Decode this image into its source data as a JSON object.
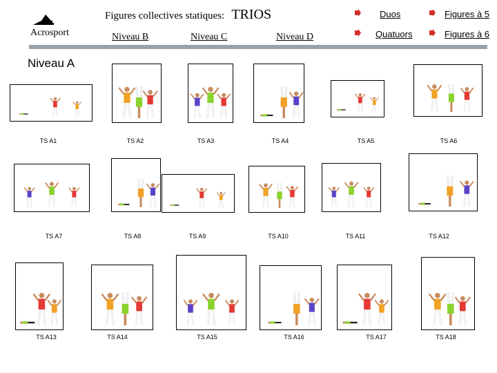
{
  "header": {
    "title": "Figures collectives statiques:",
    "title_emphasis": "TRIOS",
    "brand": "Acrosport"
  },
  "levels": {
    "b": "Niveau B",
    "c": "Niveau C",
    "d": "Niveau D"
  },
  "nav": {
    "duos": "Duos",
    "quatuors": "Quatuors",
    "figures5": "Figures à 5",
    "figures6": "Figures à 6"
  },
  "section": {
    "heading": "Niveau A"
  },
  "figures": [
    "TS A1",
    "TS A2",
    "TS A3",
    "TS A4",
    "TS A5",
    "TS A6",
    "TS A7",
    "TS A8",
    "TS A9",
    "TS A10",
    "TS A11",
    "TS A12",
    "TS A13",
    "TS A14",
    "TS A15",
    "TS A16",
    "TS A17",
    "TS A18"
  ],
  "colors": {
    "accent_bar": "#9aa1ad",
    "arrow": "#d32f2f",
    "shirt_green": "#8bd22e",
    "shirt_purple": "#5a43c8",
    "shirt_red": "#e53935",
    "shirt_orange": "#f1a226"
  }
}
